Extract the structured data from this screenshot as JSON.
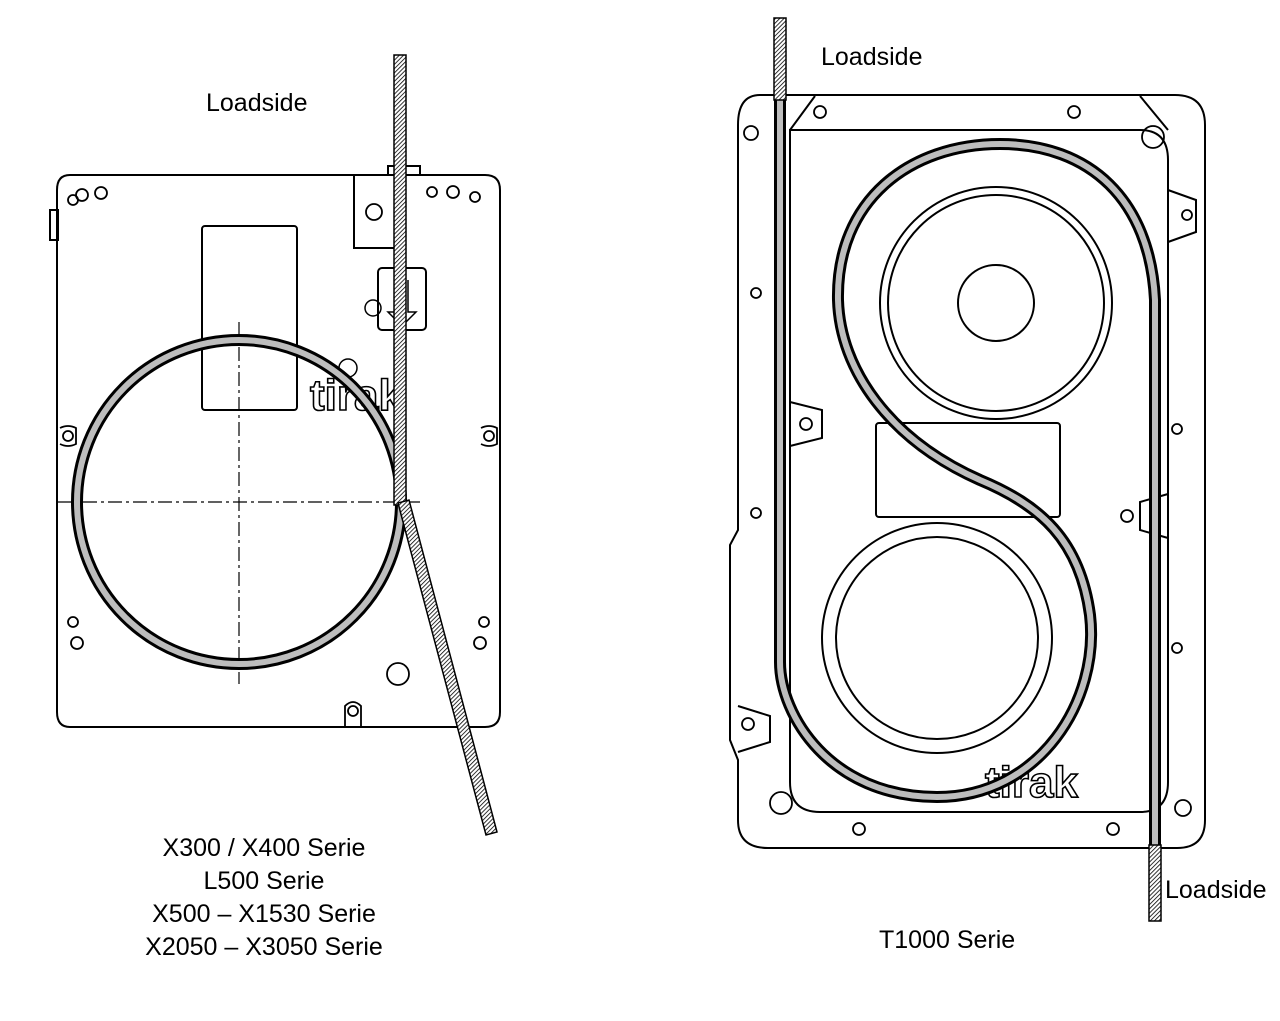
{
  "left_unit": {
    "loadside_label": "Loadside",
    "caption_lines": [
      "X300 / X400 Serie",
      "L500 Serie",
      "X500 – X1530 Serie",
      "X2050 – X3050 Serie"
    ],
    "logo_text": "tirak"
  },
  "right_unit": {
    "loadside_top_label": "Loadside",
    "loadside_bottom_label": "Loadside",
    "caption": "T1000 Serie",
    "logo_text": "tirak"
  }
}
